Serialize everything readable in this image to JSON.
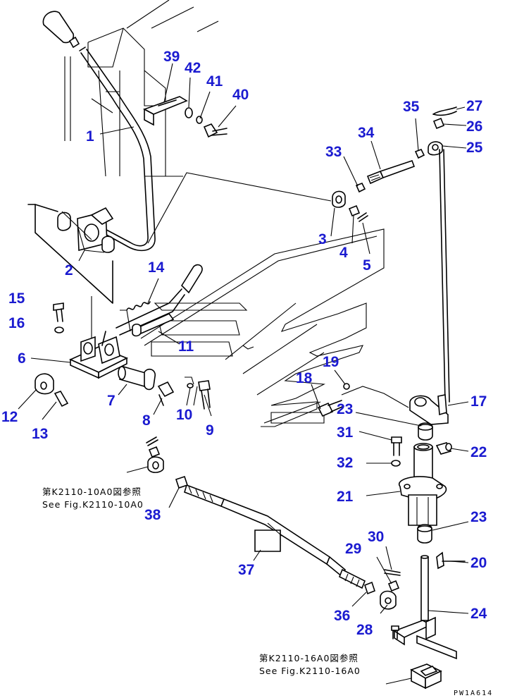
{
  "callouts": [
    {
      "id": "c1",
      "label": "1"
    },
    {
      "id": "c2",
      "label": "2"
    },
    {
      "id": "c3",
      "label": "3"
    },
    {
      "id": "c4",
      "label": "4"
    },
    {
      "id": "c5",
      "label": "5"
    },
    {
      "id": "c6",
      "label": "6"
    },
    {
      "id": "c7",
      "label": "7"
    },
    {
      "id": "c8",
      "label": "8"
    },
    {
      "id": "c9",
      "label": "9"
    },
    {
      "id": "c10",
      "label": "10"
    },
    {
      "id": "c11",
      "label": "11"
    },
    {
      "id": "c12",
      "label": "12"
    },
    {
      "id": "c13",
      "label": "13"
    },
    {
      "id": "c14",
      "label": "14"
    },
    {
      "id": "c15",
      "label": "15"
    },
    {
      "id": "c16",
      "label": "16"
    },
    {
      "id": "c17",
      "label": "17"
    },
    {
      "id": "c18",
      "label": "18"
    },
    {
      "id": "c19",
      "label": "19"
    },
    {
      "id": "c20",
      "label": "20"
    },
    {
      "id": "c21",
      "label": "21"
    },
    {
      "id": "c22",
      "label": "22"
    },
    {
      "id": "c23a",
      "label": "23"
    },
    {
      "id": "c23b",
      "label": "23"
    },
    {
      "id": "c24",
      "label": "24"
    },
    {
      "id": "c25",
      "label": "25"
    },
    {
      "id": "c26",
      "label": "26"
    },
    {
      "id": "c27",
      "label": "27"
    },
    {
      "id": "c28",
      "label": "28"
    },
    {
      "id": "c29",
      "label": "29"
    },
    {
      "id": "c30",
      "label": "30"
    },
    {
      "id": "c31",
      "label": "31"
    },
    {
      "id": "c32",
      "label": "32"
    },
    {
      "id": "c33",
      "label": "33"
    },
    {
      "id": "c34",
      "label": "34"
    },
    {
      "id": "c35",
      "label": "35"
    },
    {
      "id": "c36",
      "label": "36"
    },
    {
      "id": "c37",
      "label": "37"
    },
    {
      "id": "c38",
      "label": "38"
    },
    {
      "id": "c39",
      "label": "39"
    },
    {
      "id": "c40",
      "label": "40"
    },
    {
      "id": "c41",
      "label": "41"
    },
    {
      "id": "c42",
      "label": "42"
    }
  ],
  "references": {
    "left_jp": "第K2110-10A0図参照",
    "left_en": "See Fig.K2110-10A0",
    "bottom_jp": "第K2110-16A0図参照",
    "bottom_en": "See Fig.K2110-16A0"
  },
  "drawing_code": "PW1A614",
  "colors": {
    "callout": "#1a1ad0",
    "line": "#000000",
    "background": "#ffffff"
  }
}
